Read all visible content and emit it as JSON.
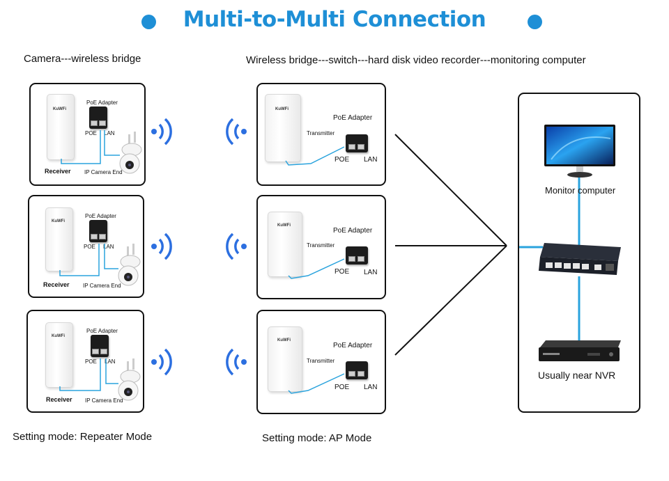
{
  "title": "Multi-to-Multi Connection",
  "captions": {
    "left_top": "Camera---wireless bridge",
    "right_top": "Wireless bridge---switch---hard disk video recorder---monitoring computer",
    "left_bottom": "Setting mode: Repeater Mode",
    "mid_bottom": "Setting mode: AP Mode"
  },
  "receiver_panels": [
    {
      "brand": "KuWFi",
      "adapter": "PoE Adapter",
      "poe": "POE",
      "lan": "LAN",
      "receiver": "Receiver",
      "camera": "IP Camera End"
    },
    {
      "brand": "KuWFi",
      "adapter": "PoE Adapter",
      "poe": "POE",
      "lan": "LAN",
      "receiver": "Receiver",
      "camera": "IP Camera End"
    },
    {
      "brand": "KuWFi",
      "adapter": "PoE Adapter",
      "poe": "POE",
      "lan": "LAN",
      "receiver": "Receiver",
      "camera": "IP Camera End"
    }
  ],
  "transmitter_panels": [
    {
      "brand": "KuWFi",
      "adapter": "PoE Adapter",
      "transmitter": "Transmitter",
      "poe": "POE",
      "lan": "LAN"
    },
    {
      "brand": "KuWFi",
      "adapter": "PoE Adapter",
      "transmitter": "Transmitter",
      "poe": "POE",
      "lan": "LAN"
    },
    {
      "brand": "KuWFi",
      "adapter": "PoE Adapter",
      "transmitter": "Transmitter",
      "poe": "POE",
      "lan": "LAN"
    }
  ],
  "devices": {
    "monitor": "Monitor computer",
    "nvr": "Usually near NVR"
  },
  "colors": {
    "accent": "#1e8fd6",
    "cable": "#2aa3dd",
    "signal": "#2c6fe0"
  }
}
